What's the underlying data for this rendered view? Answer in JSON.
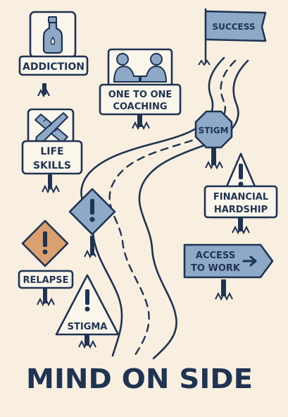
{
  "signs": {
    "success": "SUCCESS",
    "addiction": "ADDICTION",
    "coaching_line1": "ONE TO ONE",
    "coaching_line2": "COACHING",
    "stigm": "STIGM",
    "life_line1": "LIFE",
    "life_line2": "SKILLS",
    "financial_line1": "FINANCIAL",
    "financial_line2": "HARDSHIP",
    "access_line1": "ACCESS",
    "access_line2": "TO WORK",
    "relapse": "RELAPSE",
    "stigma": "STIGMA"
  },
  "title": "MIND ON SIDE",
  "colors": {
    "background": "#f8efe0",
    "ink": "#1f3352",
    "sign_blue": "#8ea8c8",
    "sign_orange": "#dba06f",
    "sign_white": "#fbf6ec"
  }
}
